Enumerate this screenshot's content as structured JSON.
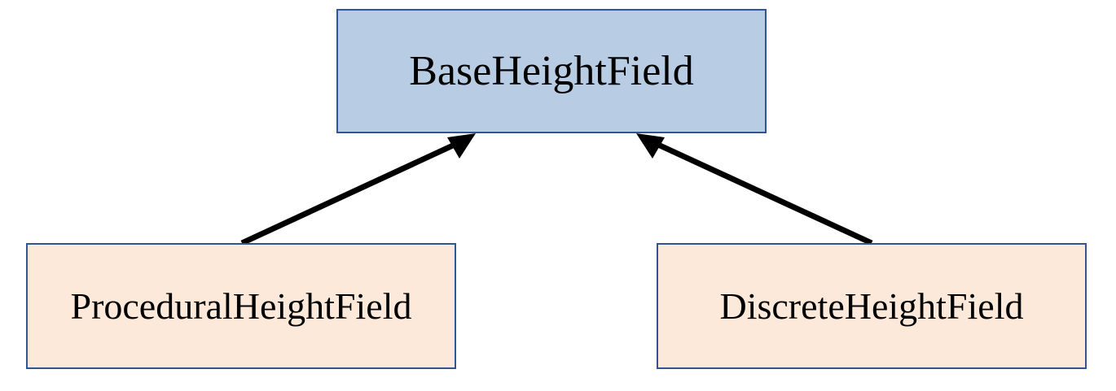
{
  "diagram": {
    "nodes": [
      {
        "id": "base",
        "label": "BaseHeightField"
      },
      {
        "id": "procedural",
        "label": "ProceduralHeightField"
      },
      {
        "id": "discrete",
        "label": "DiscreteHeightField"
      }
    ],
    "edges": [
      {
        "from": "procedural",
        "to": "base",
        "arrow": "filled-triangle"
      },
      {
        "from": "discrete",
        "to": "base",
        "arrow": "filled-triangle"
      }
    ]
  },
  "colors": {
    "base_fill": "#b8cce4",
    "child_fill": "#fde9d9",
    "border": "#2f5597",
    "edge": "#000000"
  }
}
